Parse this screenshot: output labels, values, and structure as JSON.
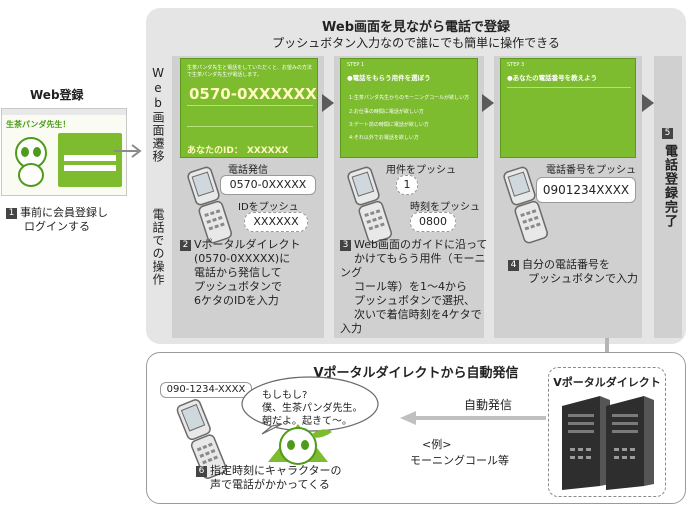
{
  "left": {
    "heading": "Web登録",
    "step_num": "1",
    "step_text_1": "事前に会員登録し",
    "step_text_2": "ログインする",
    "site_title": "生茶パンダ先生！"
  },
  "top_panel": {
    "title": "Web画面を見ながら電話で登録",
    "subtitle": "プッシュボタン入力なので誰にでも簡単に操作できる",
    "label_web": "Web画面遷移",
    "label_phone": "電話での操作"
  },
  "screen1": {
    "intro": "生茶パンダ先生と電話をしていただくと、お望みの方法で生茶パンダ先生が電話します。",
    "number": "0570-0XXXXXX",
    "id_label": "あなたのID：",
    "id_value": "XXXXXX"
  },
  "screen2": {
    "step_tag": "STEP 1",
    "heading": "●電話をもらう用件を選ぼう",
    "items": [
      "1:生茶パンダ先生からのモーニングコールが欲しい方",
      "2:お仕事の時間に電話が欲しい方",
      "3:デート前の時間に電話が欲しい方",
      "4:それ以外でお電話を欲しい方"
    ]
  },
  "screen3": {
    "step_tag": "STEP 3",
    "heading": "●あなたの電話番号を教えよう"
  },
  "col1": {
    "label_call": "電話発信",
    "call_number": "0570-0XXXXX",
    "label_id": "IDをプッシュ",
    "id_value": "XXXXXX",
    "step_num": "2",
    "desc": [
      "Vポータルダイレクト",
      "(0570-0XXXXX)に",
      "電話から発信して",
      "プッシュボタンで",
      "6ケタのIDを入力"
    ]
  },
  "col2": {
    "label_req": "用件をプッシュ",
    "req_value": "1",
    "label_time": "時刻をプッシュ",
    "time_value": "0800",
    "step_num": "3",
    "desc": [
      "Web画面のガイドに沿って",
      "かけてもらう用件（モーニング",
      "コール等）を1〜4から",
      "プッシュボタンで選択、",
      "次いで着信時刻を4ケタで入力"
    ]
  },
  "col3": {
    "label_phone": "電話番号をプッシュ",
    "phone_value": "0901234XXXX",
    "step_num": "4",
    "desc": [
      "自分の電話番号を",
      "プッシュボタンで入力"
    ]
  },
  "col4": {
    "step_num": "5",
    "text": "電話登録完了"
  },
  "bottom_panel": {
    "title": "Vポータルダイレクトから自動発信",
    "caller_number": "090-1234-XXXX",
    "speech": [
      "もしもし?",
      "僕、生茶パンダ先生。",
      "朝だよ。起きて〜。"
    ],
    "step_num": "6",
    "desc": [
      "指定時刻にキャラクターの",
      "声で電話がかかってくる"
    ],
    "auto_call": "自動発信",
    "example": [
      "<例>",
      "モーニングコール等"
    ],
    "server_label": "Vポータルダイレクト"
  },
  "colors": {
    "screen_green": "#7dbb2f",
    "panel_gray": "#e5e5e5",
    "arrow_gray": "#5b5b5b"
  }
}
